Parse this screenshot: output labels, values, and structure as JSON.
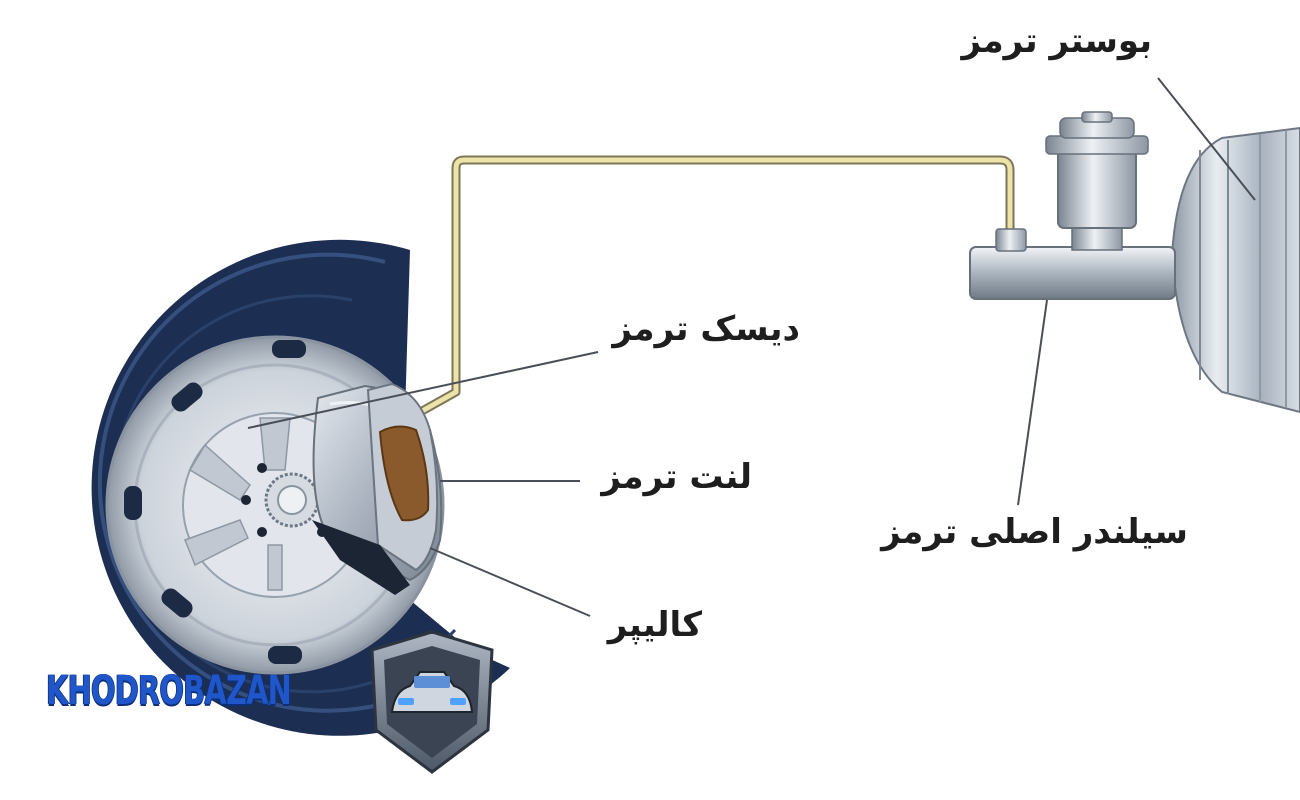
{
  "labels": {
    "booster": "بوستر ترمز",
    "disc": "دیسک ترمز",
    "pad": "لنت ترمز",
    "caliper": "کالیپر",
    "master_cylinder": "سیلندر اصلی ترمز"
  },
  "watermark": {
    "text": "KHODROBAZAN",
    "icon": "car-shield-logo-icon"
  },
  "colors": {
    "tire": "#1c2f52",
    "brake_line": "#e6dc9a",
    "pad": "#8a5a2c",
    "metal": "#c4ccd6",
    "watermark": "#1f56c9"
  }
}
